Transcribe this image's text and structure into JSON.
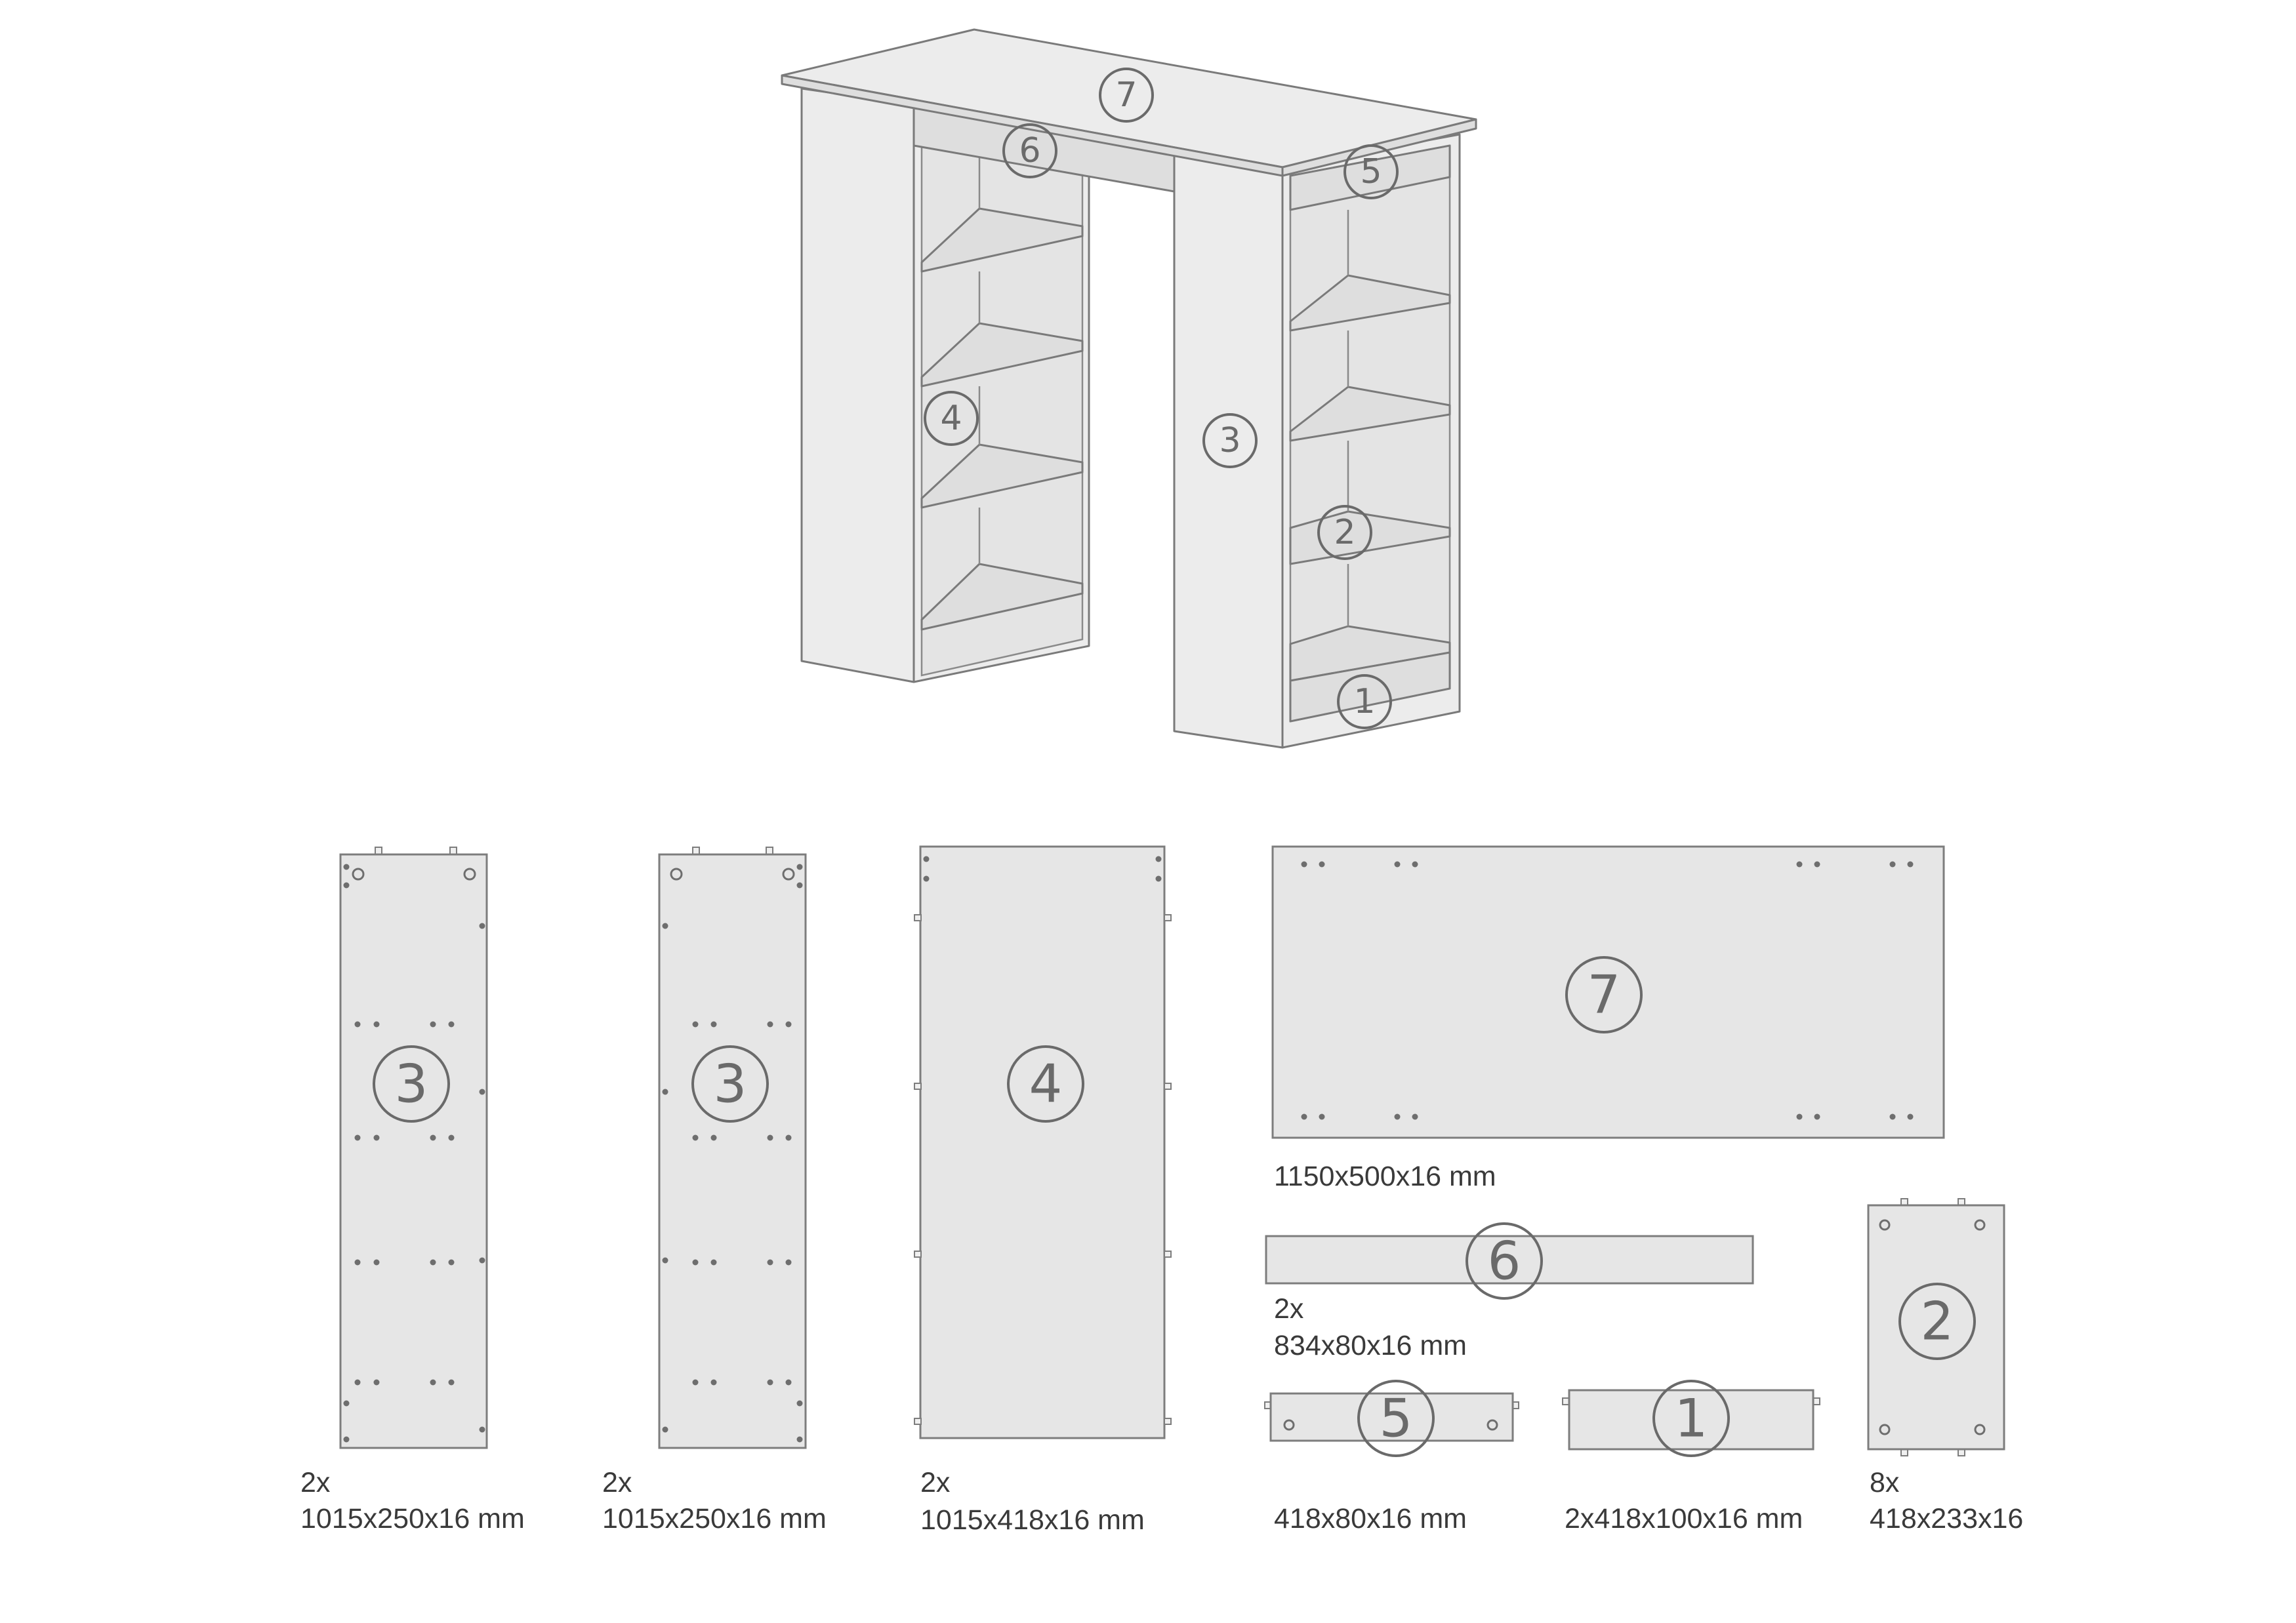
{
  "assembled_labels": [
    "7",
    "6",
    "5",
    "4",
    "3",
    "2",
    "1"
  ],
  "parts": [
    {
      "number": "3",
      "qty": "2x",
      "size": "1015x250x16 mm"
    },
    {
      "number": "3",
      "qty": "2x",
      "size": "1015x250x16 mm"
    },
    {
      "number": "4",
      "qty": "2x",
      "size": "1015x418x16 mm"
    },
    {
      "number": "7",
      "qty": "",
      "size": "1150x500x16 mm"
    },
    {
      "number": "6",
      "qty": "2x",
      "size": "834x80x16 mm"
    },
    {
      "number": "5",
      "qty": "",
      "size": "418x80x16 mm"
    },
    {
      "number": "1",
      "qty": "",
      "size": "2x418x100x16 mm"
    },
    {
      "number": "2",
      "qty": "8x",
      "size": "418x233x16"
    }
  ]
}
